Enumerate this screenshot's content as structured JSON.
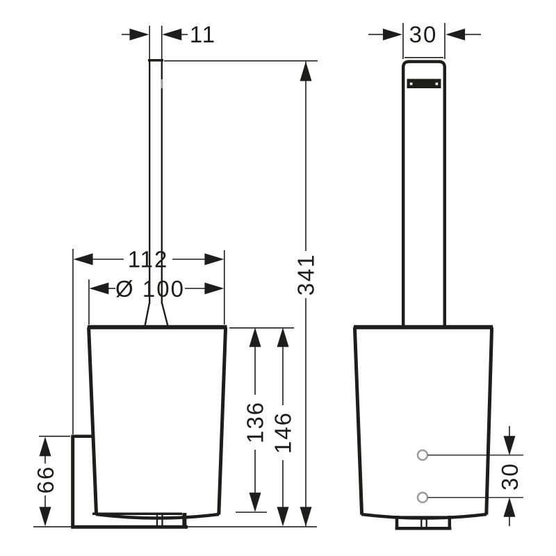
{
  "drawing": {
    "type": "technical-dimension-drawing",
    "product": "wall-mounted toilet brush holder, front and side views",
    "colors": {
      "background": "#ffffff",
      "line": "#1d1d1b",
      "hole": "#9d9d9c"
    },
    "dims": {
      "front": {
        "handle_width": "11",
        "overall_width": "112",
        "diameter": "Ø 100",
        "basin_inner_height": "136",
        "basin_outer_height": "146",
        "total_height": "341",
        "bracket_height": "66"
      },
      "side": {
        "handle_depth": "30",
        "hole_spacing": "30"
      }
    }
  }
}
